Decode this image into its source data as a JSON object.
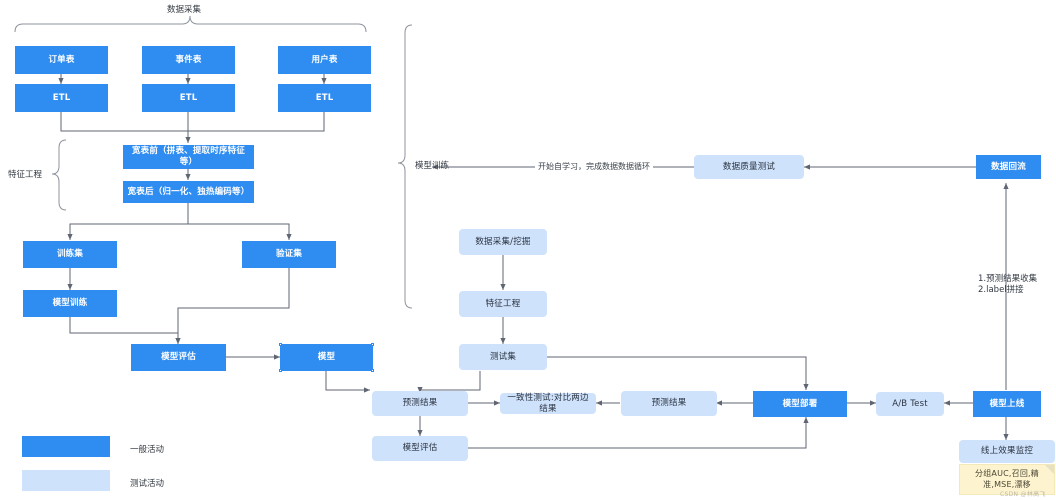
{
  "diagram": {
    "title_top": "数据采集",
    "bracket_labels": {
      "feature_engineering": "特征工程",
      "model_training": "模型训练"
    },
    "edge_labels": {
      "self_learning": "开始自学习，完成数据数据循环"
    },
    "annotations": {
      "prediction_flow": "1.预测结果收集\n2.label拼接"
    },
    "watermark": "CSDN @林高飞"
  },
  "nodes": {
    "order_table": "订单表",
    "event_table": "事件表",
    "user_table": "用户表",
    "etl_1": "ETL",
    "etl_2": "ETL",
    "etl_3": "ETL",
    "wide_table_before": "宽表前（拼表、提取时序特征等）",
    "wide_table_after": "宽表后（归一化、独热编码等）",
    "train_set": "训练集",
    "valid_set": "验证集",
    "model_training": "模型训练",
    "model_eval_left": "模型评估",
    "model": "模型",
    "data_collection_mining": "数据采集/挖掘",
    "feature_engineering": "特征工程",
    "test_set": "测试集",
    "predict_result_left": "预测结果",
    "consistency_test": "一致性测试:对比两边结果",
    "predict_result_right": "预测结果",
    "model_eval_bottom": "模型评估",
    "model_deploy": "模型部署",
    "ab_test": "A/B Test",
    "model_online": "模型上线",
    "online_monitor": "线上效果监控",
    "metrics_note": "分组AUC,召回,精准,MSE,漂移",
    "data_quality_test": "数据质量测试",
    "data_backflow": "数据回流"
  },
  "legend": {
    "items": [
      {
        "label": "一般活动",
        "kind": "solid",
        "color": "#2f8cf0"
      },
      {
        "label": "测试活动",
        "kind": "light",
        "color": "#cfe2fb"
      }
    ]
  },
  "colors": {
    "solid_blue": "#2f8cf0",
    "light_blue": "#cfe2fb",
    "note_yellow": "#fdf4cf",
    "connector_gray": "#5f6672"
  }
}
